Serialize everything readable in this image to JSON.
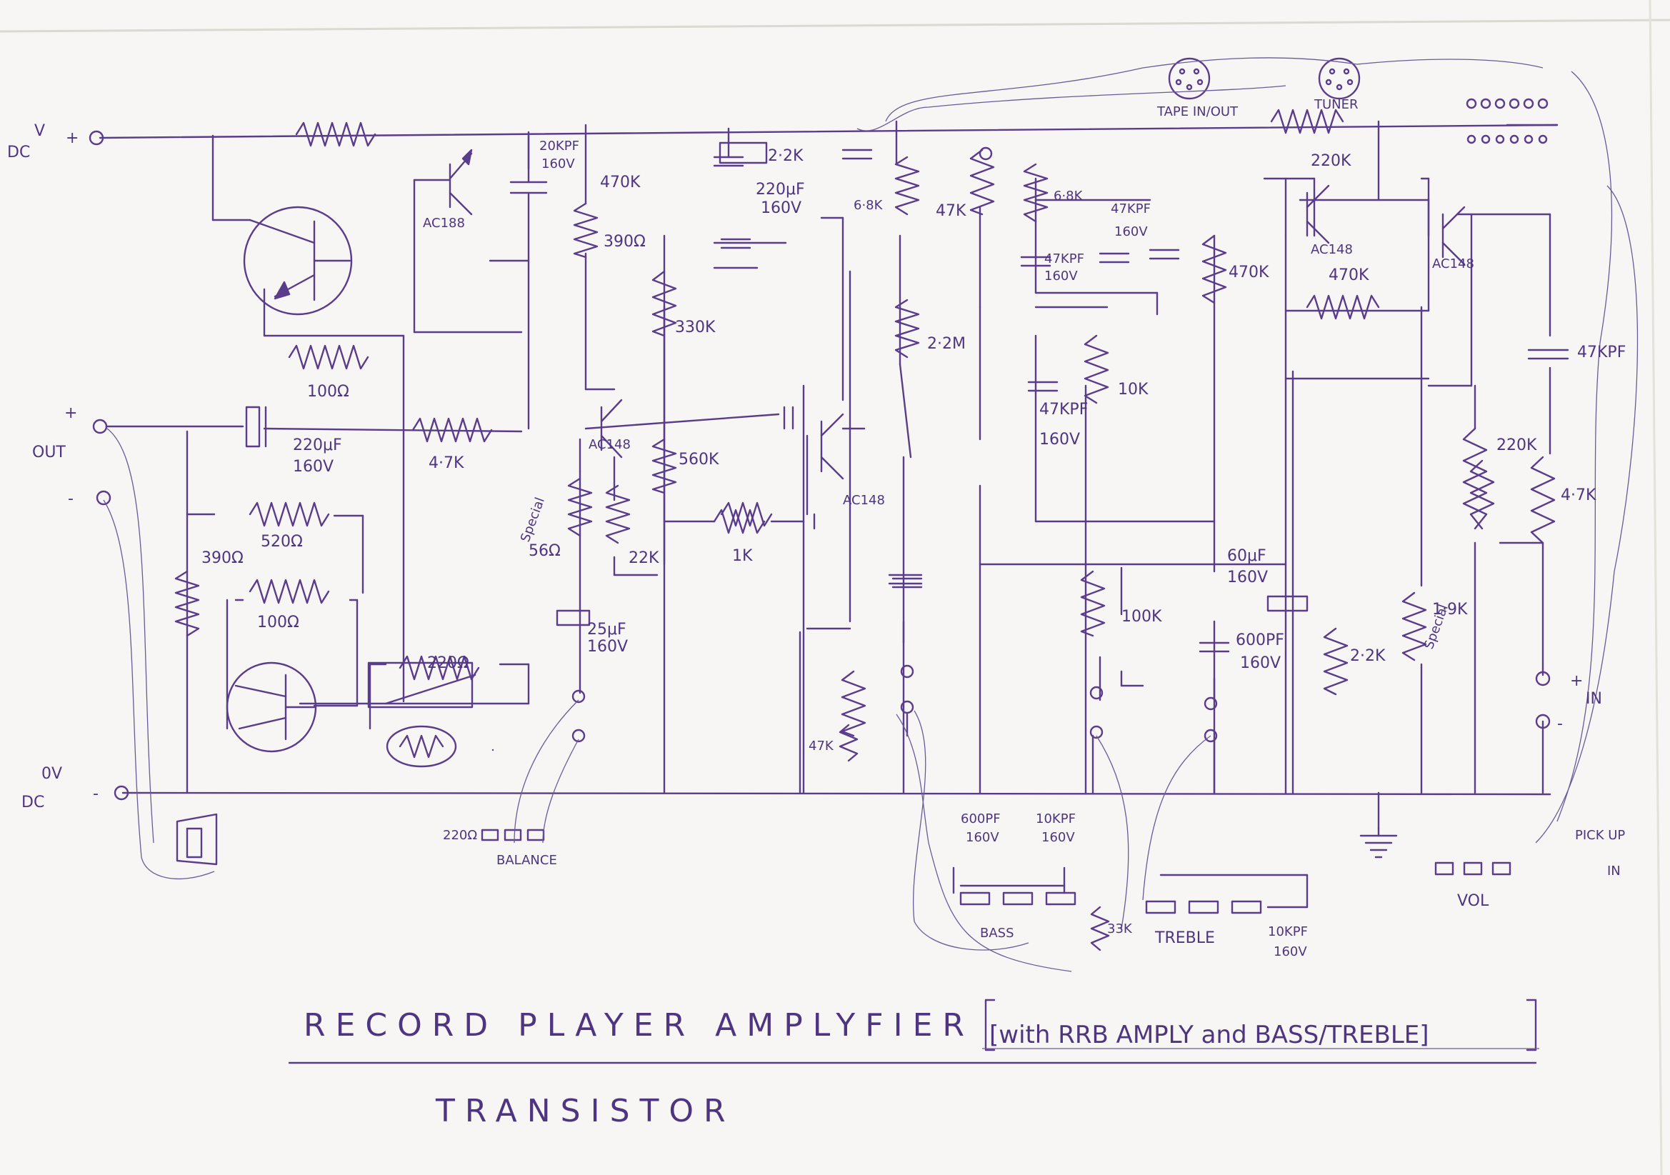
{
  "title": {
    "main": "RECORD PLAYER AMPLYFIER",
    "bracket": "[with RRB AMPLY and BASS/TREBLE]",
    "sub": "TRANSISTOR"
  },
  "terminals": {
    "v_supply": "V",
    "v_supply_sub": "DC",
    "plus": "+",
    "minus": "-",
    "out": "OUT",
    "zero_v": "0V",
    "zero_v_sub": "DC",
    "in": "IN",
    "pick_up": "PICK UP",
    "pick_up_in": "IN"
  },
  "connectors": {
    "tape": "TAPE IN/OUT",
    "tuner": "TUNER"
  },
  "controls": {
    "balance": "BALANCE",
    "balance_r": "220Ω",
    "bass": "BASS",
    "treble": "TREBLE",
    "vol": "VOL"
  },
  "transistors": {
    "t1": "AC188",
    "t2": "AC148",
    "t3": "AC148",
    "t4": "AC148",
    "t5": "AC148",
    "special": "Special"
  },
  "components": {
    "c_20kpf": "20KPF",
    "c_160v_a": "160V",
    "r_470k_a": "470K",
    "r_390": "390Ω",
    "r_2_2k_a": "2·2K",
    "c_220uf_a": "220μF",
    "c_160v_b": "160V",
    "r_6_8k_a": "6·8K",
    "r_47k_a": "47K",
    "r_6_8k_b": "6·8K",
    "c_47kpf_a": "47KPF",
    "c_160v_c": "160V",
    "r_220k_a": "220K",
    "r_100": "100Ω",
    "c_220uf_b": "220μF",
    "c_160v_d": "160V",
    "r_4_7k_a": "4·7K",
    "r_330k": "330K",
    "r_2_2m": "2·2M",
    "c_47kpf_b": "47KPF",
    "c_160v_e": "160V",
    "r_470k_b": "470K",
    "r_470k_c": "470K",
    "c_47kpf_c": "47KPF",
    "r_10k": "10K",
    "c_47kpf_d": "47KPF",
    "c_160v_f": "160V",
    "r_560k": "560K",
    "r_520": "520Ω",
    "r_390_b": "390Ω",
    "r_100_b": "100Ω",
    "r_56": "56Ω",
    "r_22k": "22K",
    "r_1k": "1K",
    "r_220": "220Ω",
    "c_25uf": "25μF",
    "c_160v_g": "160V",
    "r_47k_b": "47K",
    "r_100k": "100K",
    "c_60uf": "60μF",
    "c_160v_h": "160V",
    "c_600pf_a": "600PF",
    "c_160v_i": "160V",
    "r_2_2k_b": "2·2K",
    "r_1_9k": "1·9K",
    "r_220k_b": "220K",
    "r_4_7k_b": "4·7K",
    "c_600pf_b": "600PF",
    "c_160v_j": "160V",
    "c_10kpf_a": "10KPF",
    "c_160v_k": "160V",
    "r_33k": "33K",
    "c_10kpf_b": "10KPF",
    "c_160v_l": "160V"
  }
}
